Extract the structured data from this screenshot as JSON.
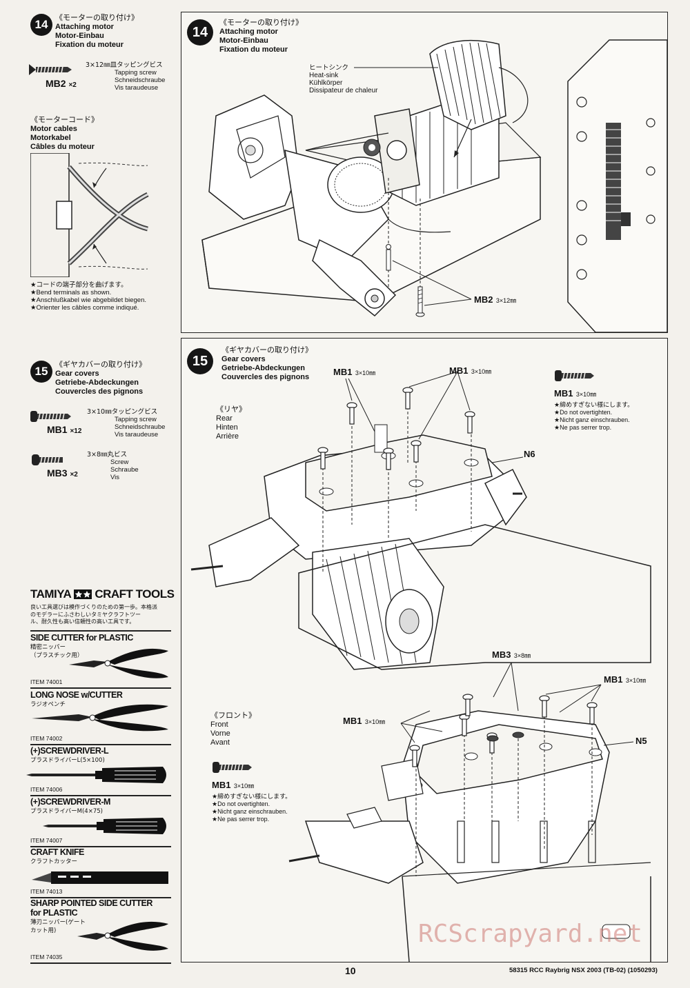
{
  "step14_left": {
    "num": "14",
    "title_jp": "《モーターの取り付け》",
    "lines": [
      "Attaching motor",
      "Motor-Einbau",
      "Fixation du moteur"
    ],
    "screw": {
      "code": "MB2",
      "qty": "×2",
      "size_jp": "3×12㎜皿タッピングビス",
      "desc": [
        "Tapping screw",
        "Schneidschraube",
        "Vis taraudeuse"
      ]
    },
    "cables_title_jp": "《モーターコード》",
    "cables_lines": [
      "Motor cables",
      "Motorkabel",
      "Câbles du moteur"
    ],
    "notes_jp": "★コードの端子部分を曲げます。",
    "notes": [
      "★Bend terminals as shown.",
      "★Anschlußkabel wie abgebildet biegen.",
      "★Orienter les câbles comme indiqué."
    ]
  },
  "step14_main": {
    "num": "14",
    "title_jp": "《モーターの取り付け》",
    "lines": [
      "Attaching motor",
      "Motor-Einbau",
      "Fixation du moteur"
    ],
    "heatsink_jp": "ヒートシンク",
    "heatsink": [
      "Heat-sink",
      "Kühlkörper",
      "Dissipateur de chaleur"
    ],
    "screw_label": "MB2",
    "screw_size": "3×12㎜"
  },
  "step15_left": {
    "num": "15",
    "title_jp": "《ギヤカバーの取り付け》",
    "lines": [
      "Gear covers",
      "Getriebe-Abdeckungen",
      "Couvercles des pignons"
    ],
    "screw1": {
      "code": "MB1",
      "qty": "×12",
      "size_jp": "3×10㎜タッピングビス",
      "desc": [
        "Tapping screw",
        "Schneidschraube",
        "Vis taraudeuse"
      ]
    },
    "screw2": {
      "code": "MB3",
      "qty": "×2",
      "size_jp": "3×8㎜丸ビス",
      "desc": [
        "Screw",
        "Schraube",
        "Vis"
      ]
    }
  },
  "step15_main": {
    "num": "15",
    "title_jp": "《ギヤカバーの取り付け》",
    "lines": [
      "Gear covers",
      "Getriebe-Abdeckungen",
      "Couvercles des pignons"
    ],
    "rear_jp": "《リヤ》",
    "rear": [
      "Rear",
      "Hinten",
      "Arrière"
    ],
    "front_jp": "《フロント》",
    "front": [
      "Front",
      "Vorne",
      "Avant"
    ],
    "mb1": "MB1",
    "mb1_size": "3×10㎜",
    "mb3": "MB3",
    "mb3_size": "3×8㎜",
    "n6": "N6",
    "n5": "N5",
    "caution_jp": "★締めすぎない様にします。",
    "caution": [
      "★Do not overtighten.",
      "★Nicht ganz einschrauben.",
      "★Ne pas serrer trop."
    ]
  },
  "craft_tools": {
    "brand_left": "TAMIYA",
    "brand_right": "CRAFT TOOLS",
    "intro_jp": [
      "良い工具選びは模作づくりのための第一歩。本格派",
      "のモデラーにふさわしいタミヤクラフトツー",
      "ル、耐久性も高い信頼性の高い工具です。"
    ],
    "items": [
      {
        "name": "SIDE CUTTER for PLASTIC",
        "jp": [
          "精密ニッパー",
          "（プラスチック用）"
        ],
        "item": "ITEM 74001"
      },
      {
        "name": "LONG NOSE w/CUTTER",
        "jp": [
          "ラジオペンチ"
        ],
        "item": "ITEM 74002"
      },
      {
        "name": "(+)SCREWDRIVER-L",
        "jp": [
          "プラスドライバーL(5×100)"
        ],
        "item": "ITEM 74006"
      },
      {
        "name": "(+)SCREWDRIVER-M",
        "jp": [
          "プラスドライバーM(4×75)"
        ],
        "item": "ITEM 74007"
      },
      {
        "name": "CRAFT KNIFE",
        "jp": [
          "クラフトカッター"
        ],
        "item": "ITEM 74013"
      },
      {
        "name": "SHARP POINTED SIDE CUTTER",
        "name2": "for PLASTIC",
        "jp": [
          "薄刃ニッパー(ゲート",
          "カット用)"
        ],
        "item": "ITEM 74035"
      }
    ]
  },
  "footer": {
    "page": "10",
    "code": "58315",
    "title": "RCC Raybrig NSX 2003 (TB-02) (1050293)"
  },
  "watermark": "RCScrapyard.net",
  "icons": [
    "screw-icon",
    "side-cutter-icon",
    "long-nose-pliers-icon",
    "screwdriver-l-icon",
    "screwdriver-m-icon",
    "craft-knife-icon",
    "sharp-cutter-icon"
  ]
}
